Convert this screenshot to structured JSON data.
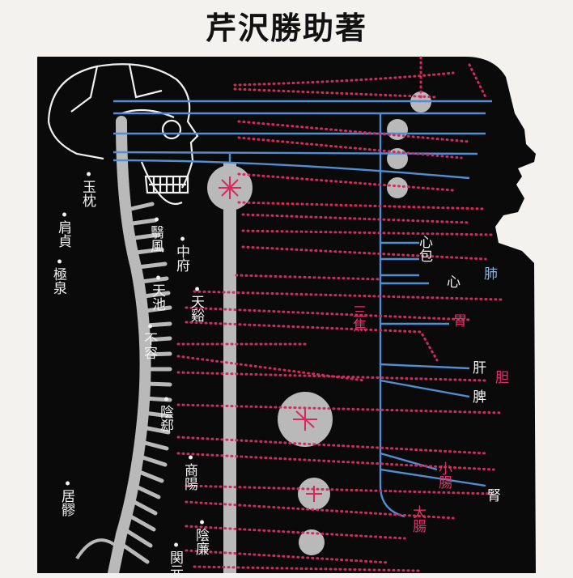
{
  "header": {
    "author": "芹沢勝助著"
  },
  "labels": {
    "gyokuchin": "玉枕",
    "kentei": "肩貞",
    "kyokusen": "極泉",
    "eifu": "翳風",
    "chufu": "中府",
    "tenchi": "天池",
    "tenkei": "天谿",
    "fuyo": "不容",
    "inkoku": "陰郄",
    "shoyo": "商陽",
    "kyoryo": "居髎",
    "inren": "陰廉",
    "kangen": "関元",
    "sansho": "三焦",
    "shinpo": "心包",
    "shin": "心",
    "hai": "肺",
    "i": "胃",
    "kan": "肝",
    "tan": "胆",
    "hi": "脾",
    "shocho": "小腸",
    "jin": "腎",
    "daicho": "大腸"
  },
  "colors": {
    "background": "#f4f2ee",
    "panel": "#0a0a0a",
    "bone": "#b9b9b9",
    "nerve_blue": "#4f8fd6",
    "meridian_pink": "#d8285e",
    "outline_white": "#f0f0f0"
  }
}
